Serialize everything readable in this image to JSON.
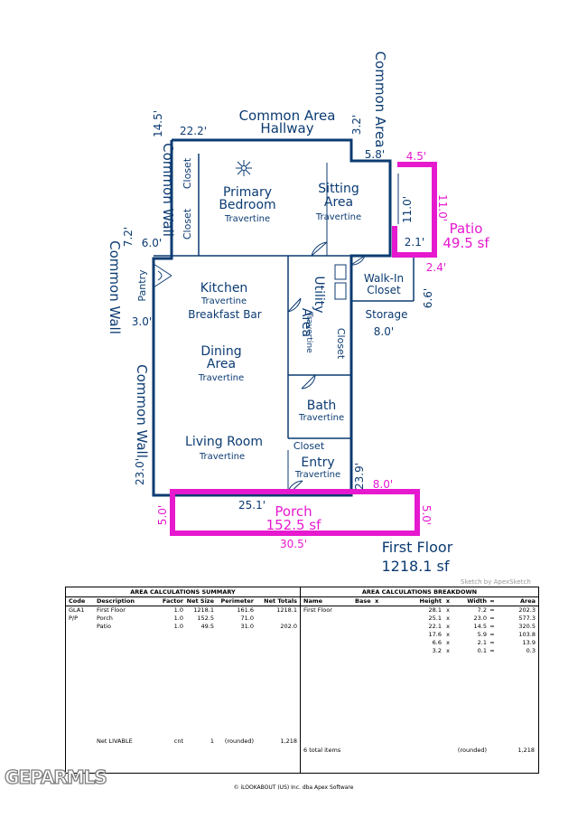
{
  "plan": {
    "floor_label": "First Floor",
    "floor_area": "1218.1 sf",
    "rooms": {
      "common_area_hallway_1": "Common Area",
      "common_area_hallway_2": "Hallway",
      "common_area_side": "Common Area",
      "common_wall_1": "Common Wall",
      "common_wall_2": "Common Wall",
      "common_wall_3": "Common Wall",
      "closet_1": "Closet",
      "closet_2": "Closet",
      "primary_1": "Primary",
      "primary_2": "Bedroom",
      "primary_floor": "Travertine",
      "sitting_1": "Sitting",
      "sitting_2": "Area",
      "sitting_floor": "Travertine",
      "pantry": "Pantry",
      "kitchen": "Kitchen",
      "kitchen_floor": "Travertine",
      "breakfast_bar": "Breakfast Bar",
      "utility_1": "Utility",
      "utility_2": "Area",
      "utility_floor": "Travertine",
      "closet_3": "Closet",
      "walkin_1": "Walk-In",
      "walkin_2": "Closet",
      "storage": "Storage",
      "dining_1": "Dining",
      "dining_2": "Area",
      "dining_floor": "Travertine",
      "bath": "Bath",
      "bath_floor": "Travertine",
      "living": "Living Room",
      "living_floor": "Travertine",
      "closet_4": "Closet",
      "entry": "Entry",
      "entry_floor": "Travertine",
      "patio": "Patio",
      "patio_area": "49.5 sf",
      "porch": "Porch",
      "porch_area": "152.5 sf"
    },
    "dims": {
      "d_14_5": "14.5'",
      "d_22_2": "22.2'",
      "d_3_2": "3.2'",
      "d_5_8": "5.8'",
      "d_7_2": "7.2'",
      "d_6_0": "6.0'",
      "d_3_0": "3.0'",
      "d_8_0a": "8.0'",
      "d_6_6": "6.6'",
      "d_23_0": "23.0'",
      "d_23_9": "23.9'",
      "d_25_1": "25.1'",
      "d_11_0a": "11.0'",
      "d_2_1": "2.1'",
      "p_4_5": "4.5'",
      "p_11_0": "11.0'",
      "p_2_4": "2.4'",
      "p_8_0": "8.0'",
      "p_5_0a": "5.0'",
      "p_5_0b": "5.0'",
      "p_30_5": "30.5'"
    }
  },
  "credit": "Sketch by ApexSketch",
  "summary": {
    "title": "AREA CALCULATIONS SUMMARY",
    "headers": [
      "Code",
      "Description",
      "Factor",
      "Net Size",
      "Perimeter",
      "Net Totals"
    ],
    "rows": [
      [
        "GLA1",
        "First Floor",
        "1.0",
        "1218.1",
        "161.6",
        "1218.1"
      ],
      [
        "P/P",
        "Porch",
        "1.0",
        "152.5",
        "71.0",
        ""
      ],
      [
        "",
        "Patio",
        "1.0",
        "49.5",
        "31.0",
        "202.0"
      ]
    ],
    "footer": [
      "",
      "Net LIVABLE",
      "cnt",
      "1",
      "(rounded)",
      "1,218"
    ]
  },
  "breakdown": {
    "title": "AREA CALCULATIONS BREAKDOWN",
    "headers": [
      "Name",
      "Base",
      "x",
      "Height",
      "x",
      "Width",
      "=",
      "Area"
    ],
    "rows": [
      [
        "First Floor",
        "",
        "",
        "28.1",
        "x",
        "7.2",
        "=",
        "202.3"
      ],
      [
        "",
        "",
        "",
        "25.1",
        "x",
        "23.0",
        "=",
        "577.3"
      ],
      [
        "",
        "",
        "",
        "22.1",
        "x",
        "14.5",
        "=",
        "320.5"
      ],
      [
        "",
        "",
        "",
        "17.6",
        "x",
        "5.9",
        "=",
        "103.8"
      ],
      [
        "",
        "",
        "",
        "6.6",
        "x",
        "2.1",
        "=",
        "13.9"
      ],
      [
        "",
        "",
        "",
        "3.2",
        "x",
        "0.1",
        "=",
        "0.3"
      ]
    ],
    "footer": [
      "6 total items",
      "(rounded)",
      "1,218"
    ]
  },
  "logo": "GEPARMLS",
  "copyright": "© iLOOKABOUT (US) Inc. dba Apex Software",
  "colors": {
    "wall": "#0b3b72",
    "porch_patio": "#e619cf"
  }
}
